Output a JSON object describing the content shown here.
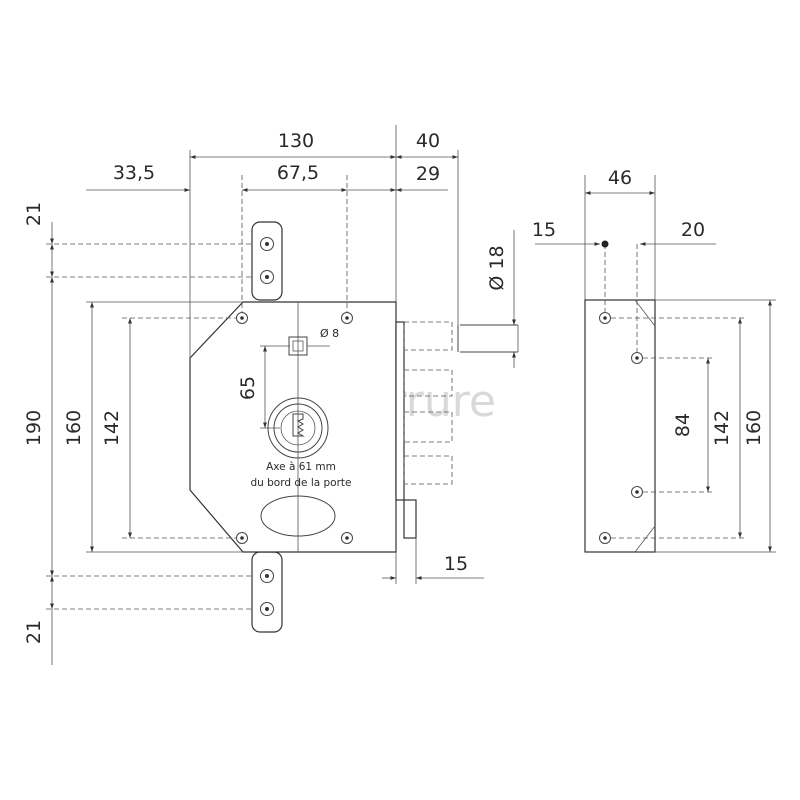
{
  "front_view": {
    "dims": {
      "total_width": "130",
      "bolt_throw": "40",
      "left_offset": "33,5",
      "hole_spacing": "67,5",
      "edge_to_bolt": "29",
      "bolt_diameter": "Ø 18",
      "top_plate": "21",
      "bottom_plate": "21",
      "total_height": "190",
      "case_height": "160",
      "hole_height": "142",
      "cylinder_to_handle": "65",
      "faceplate": "15",
      "spindle": "Ø 8"
    },
    "note_line1": "Axe à 61 mm",
    "note_line2": "du bord de la porte"
  },
  "side_view": {
    "dims": {
      "width": "46",
      "left_edge": "15",
      "right_edge": "20",
      "inner_holes": "84",
      "outer_holes": "142",
      "height": "160"
    }
  },
  "watermark": "LaSerrure"
}
